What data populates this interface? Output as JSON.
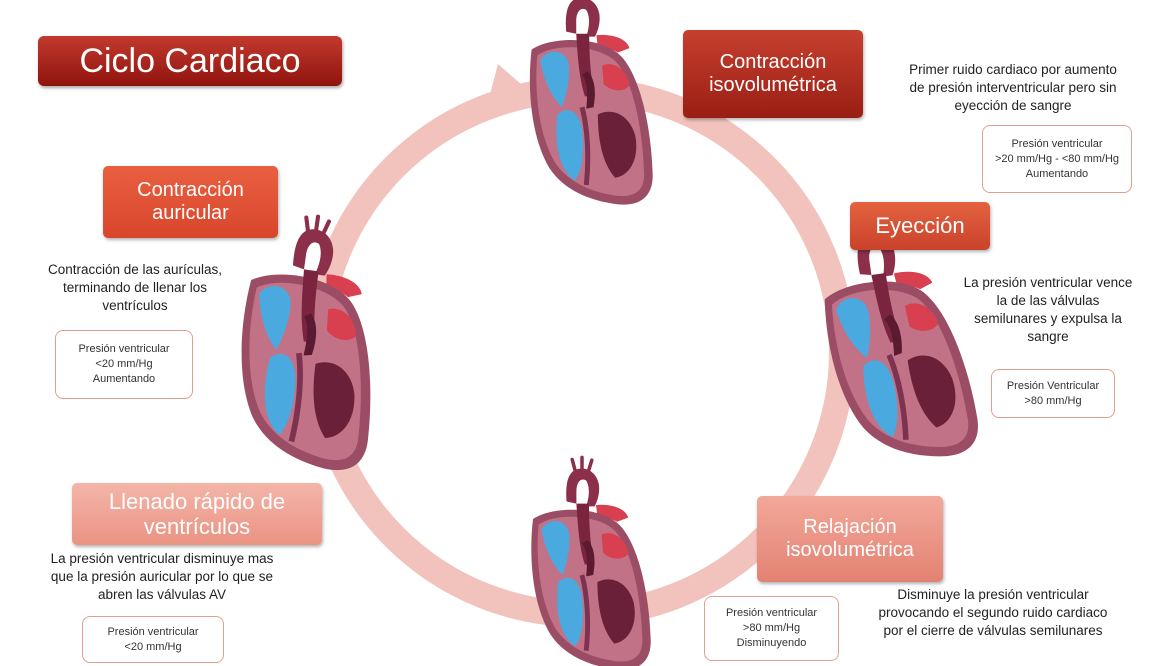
{
  "title": "Ciclo Cardiaco",
  "phases": [
    {
      "label": "Contracción\nisovolumétrica",
      "description": "Primer ruido cardiaco por aumento\nde presión interventricular pero sin\neyección de sangre",
      "pressure": "Presión ventricular\n>20 mm/Hg - <80 mm/Hg\nAumentando",
      "color": "#b52e22"
    },
    {
      "label": "Eyección",
      "description": "La presión ventricular vence\nla de las válvulas\nsemilunares y expulsa la\nsangre",
      "pressure": "Presión Ventricular\n>80 mm/Hg",
      "color": "#d9502f"
    },
    {
      "label": "Relajación\nisovolumétrica",
      "description": "Disminuye la presión ventricular\nprovocando el segundo ruido cardiaco\npor el cierre de válvulas semilunares",
      "pressure": "Presión ventricular\n>80 mm/Hg\nDisminuyendo",
      "color": "#e98c7c"
    },
    {
      "label": "Llenado rápido de\nventrículos",
      "description": "La presión ventricular  disminuye mas\nque la presión auricular por lo que se\nabren las válvulas AV",
      "pressure": "Presión ventricular\n<20 mm/Hg",
      "color": "#ef9f90"
    },
    {
      "label": "Contracción\nauricular",
      "description": "Contracción de las aurículas,\nterminando de llenar los\nventrículos",
      "pressure": "Presión ventricular\n<20 mm/Hg\nAumentando",
      "color": "#e35638"
    }
  ],
  "colors": {
    "cycle_arrow": "#f2c3bd",
    "heart_wall": "#9c4d66",
    "blood_blue": "#4aa9de",
    "blood_red": "#d9404f",
    "border": "#e0a090"
  },
  "icons": [
    "cycle-arrow-icon",
    "heart-illustration-icon"
  ]
}
